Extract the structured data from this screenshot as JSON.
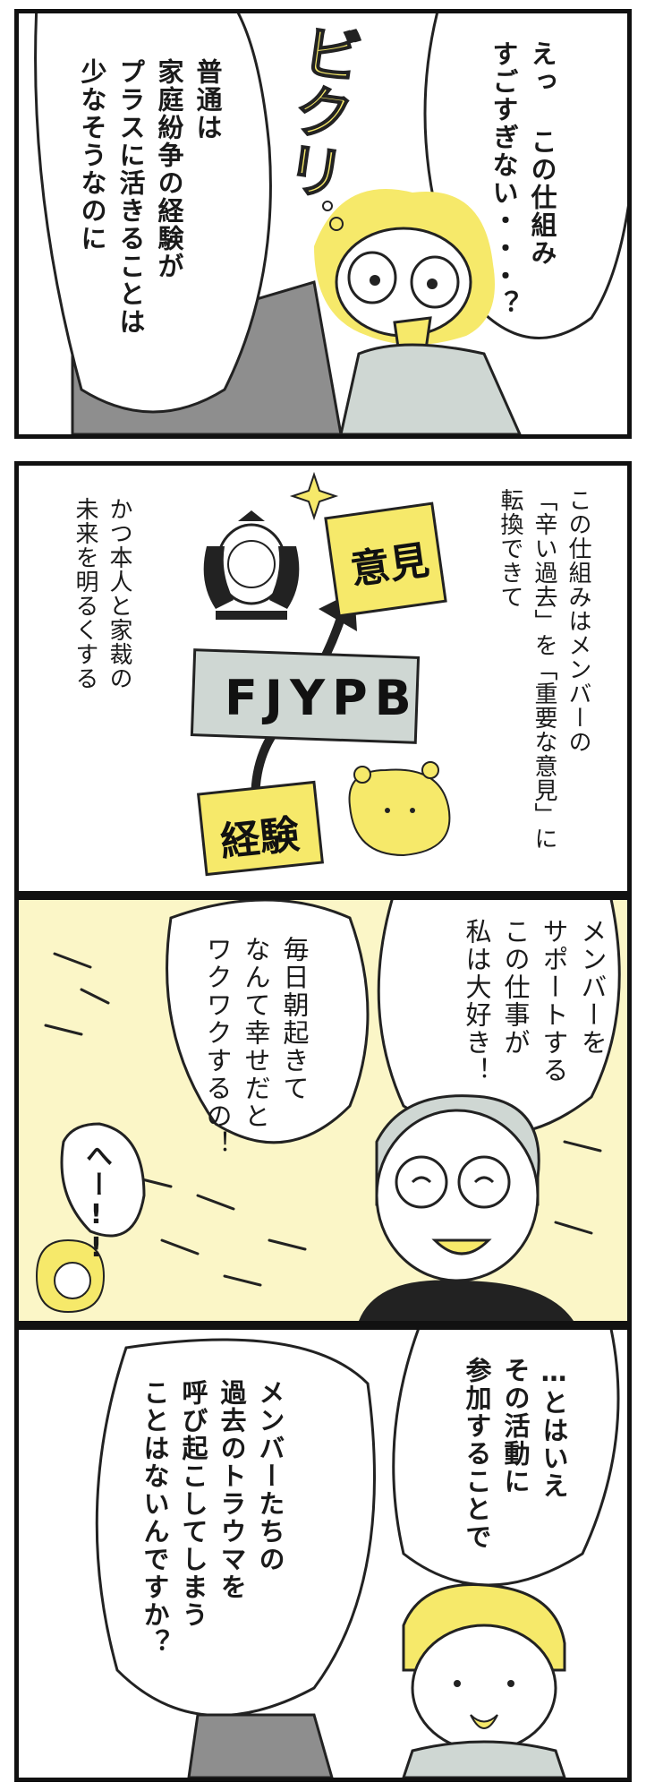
{
  "panels": [
    {
      "sfx": "ビクリ",
      "bubble_right": "えっ この仕組み\nすごすぎない・・・？",
      "bubble_left": "普通は\n家庭紛争の経験が\nプラスに活きることは\n少なそうなのに"
    },
    {
      "caption_right": "この仕組みはメンバーの\n「辛い過去」を「重要な意見」に\n転換できて",
      "caption_left": "かつ本人と家裁の\n未来を明るくする",
      "box_top": "意見",
      "box_middle": "FJYPB",
      "box_bottom": "経験"
    },
    {
      "bubble_right": "メンバーを\nサポートする\nこの仕事が\n私は大好き！",
      "bubble_middle": "毎日朝起きて\nなんて幸せだと\nワクワクするの！",
      "bubble_left": "へー!!"
    },
    {
      "bubble_right": "…とはいえ\nその活動に\n参加することで",
      "bubble_left": "メンバーたちの\n過去のトラウマを\n呼び起こしてしまう\nことはないんですか？"
    }
  ],
  "colors": {
    "accent_yellow": "#f6e96a",
    "pale_yellow": "#fbf6c7",
    "gray_panel": "#cfd7d3",
    "ink": "#1a1a1a"
  }
}
